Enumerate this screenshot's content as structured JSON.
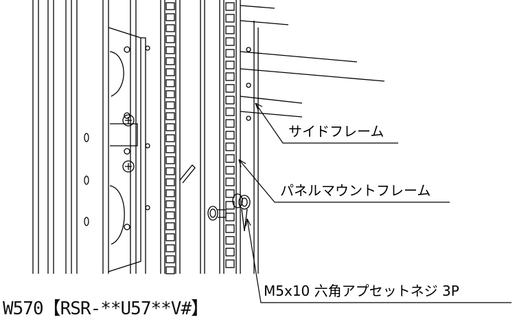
{
  "callouts": {
    "side_frame": "サイドフレーム",
    "panel_mount_frame": "パネルマウントフレーム",
    "screw": "M5x10 六角アプセットネジ 3P"
  },
  "caption": "W570【RSR-**U57**V#】",
  "colors": {
    "line": "#000000",
    "background": "#ffffff"
  }
}
